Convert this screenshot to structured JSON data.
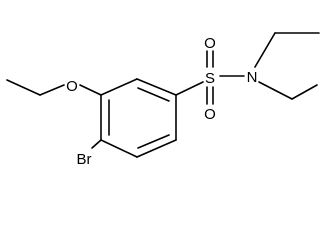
{
  "molecule": {
    "atoms": {
      "O_ether": "O",
      "Br": "Br",
      "S": "S",
      "O_sulfonyl_top": "O",
      "O_sulfonyl_bottom": "O",
      "N": "N"
    }
  },
  "colors": {
    "bond": "#000000",
    "text": "#000000",
    "background": "#ffffff"
  }
}
